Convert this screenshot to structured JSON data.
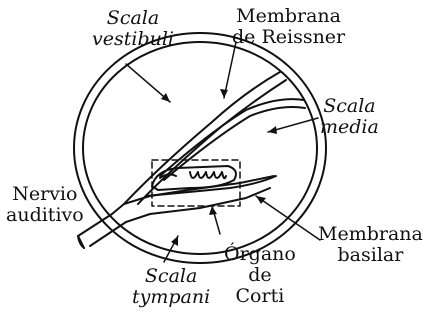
{
  "labels": {
    "scala_vestibuli": [
      "Scala",
      "vestibuli"
    ],
    "membrana_reissner": [
      "Membrana",
      "de Reissner"
    ],
    "scala_media": [
      "Scala",
      "media"
    ],
    "nervio_auditivo": [
      "Nervio",
      "auditivo"
    ],
    "membrana_basilar": [
      "Membrana",
      "basilar"
    ],
    "organo_corti": [
      "Órgano",
      "de",
      "Corti"
    ],
    "scala_tympani": [
      "Scala",
      "tympani"
    ]
  },
  "colors": {
    "ink": "#111111",
    "background": "#ffffff"
  }
}
